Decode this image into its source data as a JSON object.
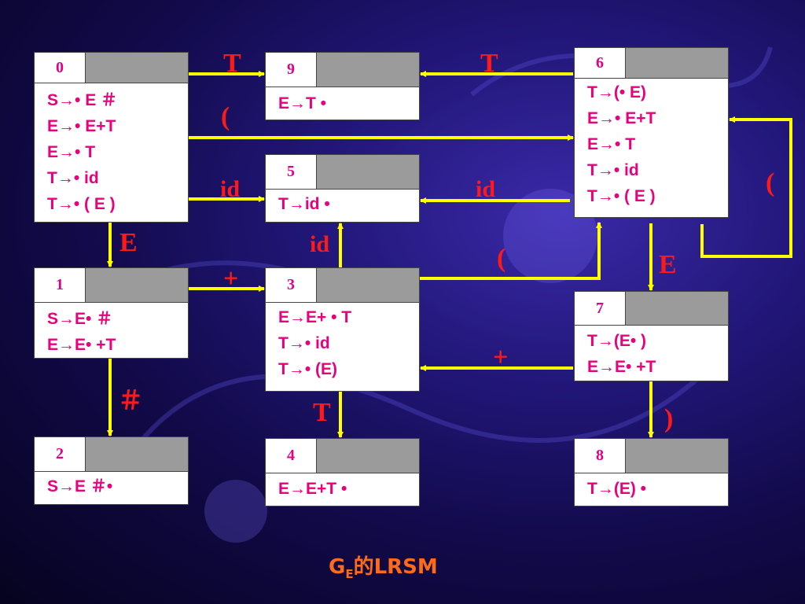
{
  "states": [
    {
      "id": "0",
      "items": [
        "S→• E ＃",
        "E→• E+T",
        "E→• T",
        "T→• id",
        "T→• ( E )"
      ]
    },
    {
      "id": "9",
      "items": [
        "E→T •"
      ]
    },
    {
      "id": "6",
      "items": [
        "T→(• E)",
        "E→• E+T",
        "E→• T",
        "T→• id",
        "T→• ( E )"
      ]
    },
    {
      "id": "5",
      "items": [
        "T→id •"
      ]
    },
    {
      "id": "1",
      "items": [
        "S→E• ＃",
        "E→E• +T"
      ]
    },
    {
      "id": "3",
      "items": [
        "E→E+ • T",
        "T→• id",
        "T→• (E)"
      ]
    },
    {
      "id": "7",
      "items": [
        "T→(E• )",
        "E→E• +T"
      ]
    },
    {
      "id": "2",
      "items": [
        "S→E ＃•"
      ]
    },
    {
      "id": "4",
      "items": [
        "E→E+T •"
      ]
    },
    {
      "id": "8",
      "items": [
        "T→(E) •"
      ]
    }
  ],
  "transitions": {
    "t0_9": "T",
    "t6_9": "T",
    "t0_6": "(",
    "t0_5": "id",
    "t6_5": "id",
    "t6_6": "(",
    "t0_1": "E",
    "t3_5": "id",
    "t3_6": "(",
    "t6_7": "E",
    "t1_3": "+",
    "t7_3": "+",
    "t1_2": "＃",
    "t3_4": "T",
    "t7_8": ")"
  },
  "caption": {
    "main": "G",
    "sub": "E",
    "rest": "的LRSM"
  },
  "colors": {
    "arrow": "#ffff00",
    "label": "#ff1a1a",
    "item_text": "#e8007c",
    "state_num": "#e0008a",
    "header_gray": "#9b9b9b",
    "caption": "#ff6a1a"
  }
}
